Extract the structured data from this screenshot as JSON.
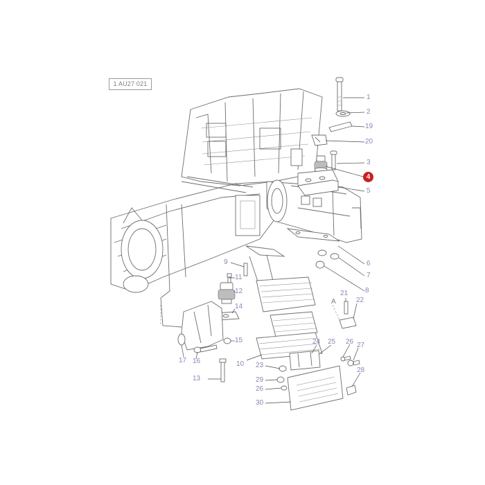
{
  "reference_code": "1 AU27 021",
  "highlight_color": "#cc1f1f",
  "callout_color": "#8589b7",
  "section_marker": "A",
  "highlighted_part": "4",
  "callouts": [
    "1",
    "2",
    "19",
    "20",
    "3",
    "4",
    "5",
    "6",
    "7",
    "8",
    "9",
    "11",
    "12",
    "14",
    "15",
    "16",
    "17",
    "13",
    "10",
    "21",
    "22",
    "23",
    "24",
    "25",
    "26",
    "27",
    "28",
    "29",
    "26",
    "30"
  ]
}
